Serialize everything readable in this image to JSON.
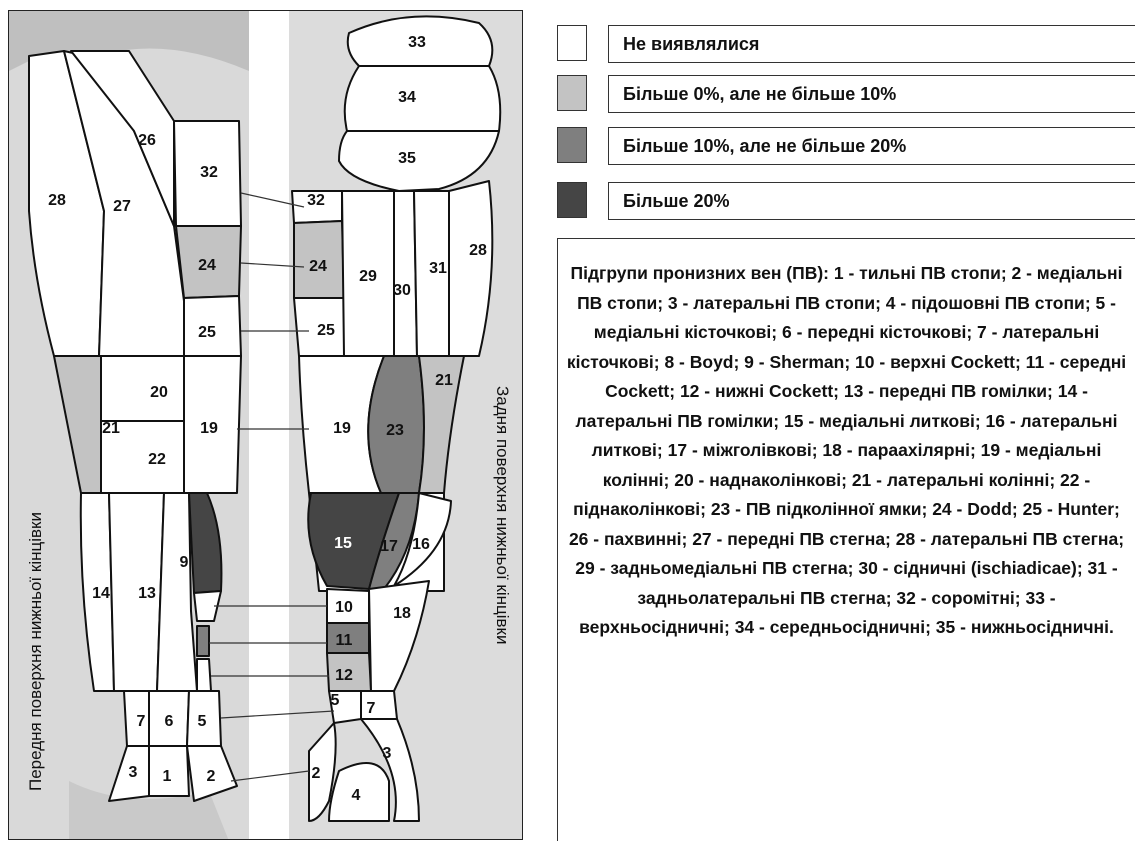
{
  "front_label": "Передня поверхня нижньої кінцівки",
  "back_label": "Задня поверхня нижньої кінцівки",
  "legend": [
    {
      "color": "#ffffff",
      "label": "Не виявлялися"
    },
    {
      "color": "#c3c3c3",
      "label": "Більше 0%, але не більше 10%"
    },
    {
      "color": "#7f7f7f",
      "label": "Більше 10%, але не більше 20%"
    },
    {
      "color": "#454545",
      "label": "Більше 20%"
    }
  ],
  "description": "Підгрупи пронизних вен (ПВ): 1 - тильні ПВ стопи; 2 - медіальні ПВ стопи; 3 - латеральні ПВ стопи; 4 - підошовні ПВ стопи; 5 - медіальні кісточкові; 6 - передні кісточкові; 7 - латеральні кісточкові; 8 - Boyd; 9 - Sherman; 10 - верхні Cockett; 11 - середні Cockett; 12 - нижні Cockett; 13 - передні ПВ гомілки; 14 - латеральні ПВ гомілки; 15 - медіальні литкові; 16 - латеральні литкові; 17 - міжголівкові; 18 - параахілярні; 19 - медіальні колінні; 20 - наднаколінкові; 21 - латеральні колінні; 22 - піднаколінкові; 23 - ПВ підколінної ямки; 24 - Dodd; 25 - Hunter; 26 - пахвинні; 27 - передні ПВ стегна; 28 - латеральні ПВ стегна; 29 - задньомедіальні ПВ стегна; 30 - сідничні (ischiadicae); 31 - задньолатеральні ПВ стегна; 32 - соромітні; 33 - верхньосідничні; 34 - середньосідничні; 35 - нижньосідничні.",
  "front_numbers": {
    "n1": "1",
    "n2": "2",
    "n3": "3",
    "n5": "5",
    "n6": "6",
    "n7": "7",
    "n9": "9",
    "n13": "13",
    "n14": "14",
    "n19": "19",
    "n20": "20",
    "n21": "21",
    "n22": "22",
    "n24": "24",
    "n25": "25",
    "n26": "26",
    "n27": "27",
    "n28": "28",
    "n32": "32"
  },
  "back_numbers": {
    "n2": "2",
    "n3": "3",
    "n4": "4",
    "n5": "5",
    "n7": "7",
    "n10": "10",
    "n11": "11",
    "n12": "12",
    "n15": "15",
    "n16": "16",
    "n17": "17",
    "n18": "18",
    "n19": "19",
    "n21": "21",
    "n23": "23",
    "n24": "24",
    "n25": "25",
    "n28": "28",
    "n29": "29",
    "n30": "30",
    "n31": "31",
    "n32": "32",
    "n33": "33",
    "n34": "34",
    "n35": "35"
  }
}
